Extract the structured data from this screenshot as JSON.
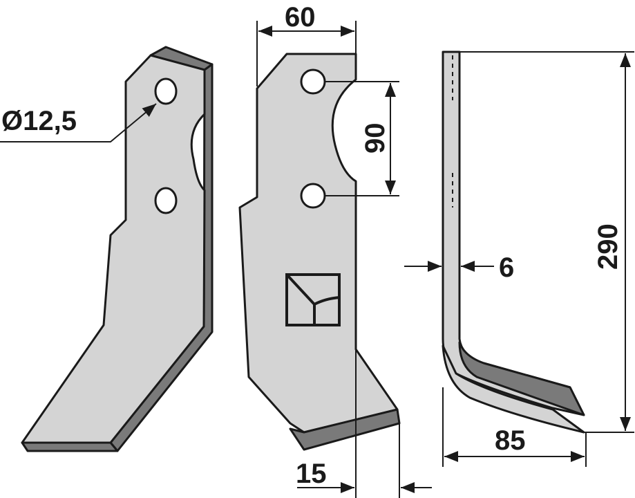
{
  "drawing": {
    "labels": {
      "hole_diameter": "Ø12,5",
      "width": "60",
      "hole_spacing": "90",
      "height": "290",
      "thickness": "6",
      "foot_length": "85",
      "offset": "15"
    },
    "colors": {
      "face": "#d4d4d4",
      "edge": "#7a7a7a",
      "outline": "#1a1a1a"
    }
  }
}
